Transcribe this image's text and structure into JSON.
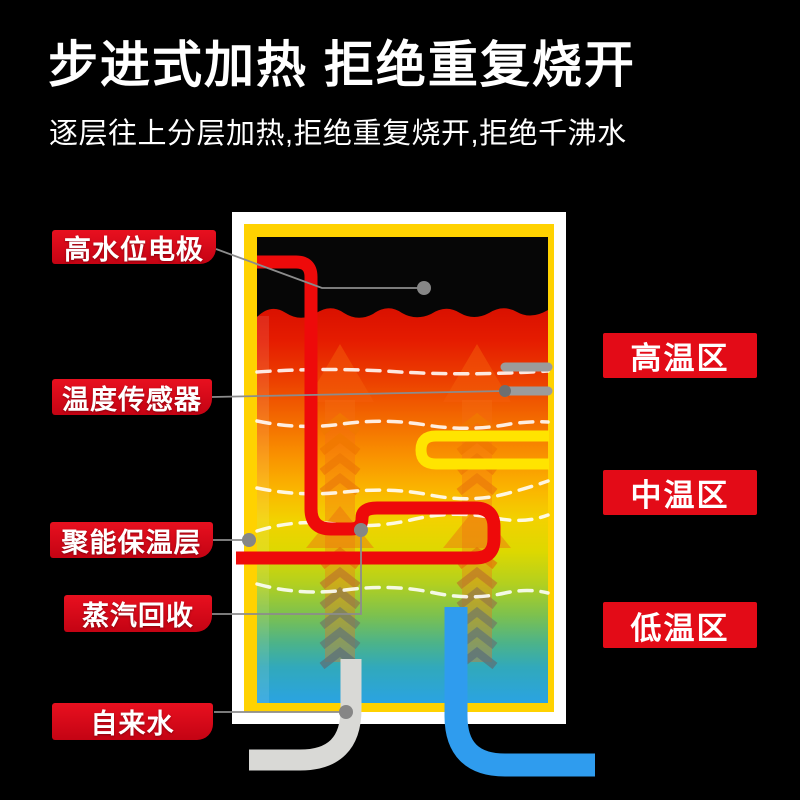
{
  "header": {
    "title": "步进式加热 拒绝重复烧开",
    "subtitle": "逐层往上分层加热,拒绝重复烧开,拒绝千沸水"
  },
  "tank": {
    "left_labels": [
      {
        "id": "high-water-electrode",
        "text": "高水位电极"
      },
      {
        "id": "temperature-sensor",
        "text": "温度传感器"
      },
      {
        "id": "insulation-layer",
        "text": "聚能保温层"
      },
      {
        "id": "steam-recovery",
        "text": "蒸汽回收"
      },
      {
        "id": "tap-water",
        "text": "自来水"
      }
    ],
    "right_labels": [
      {
        "id": "high-temp-zone",
        "text": "高温区"
      },
      {
        "id": "mid-temp-zone",
        "text": "中温区"
      },
      {
        "id": "low-temp-zone",
        "text": "低温区"
      }
    ]
  },
  "colors": {
    "bg": "#000000",
    "text-white": "#ffffff",
    "accent-red": "#e30b17",
    "label-red": "#e8101f",
    "label-red-dark": "#c40313",
    "tank-yellow": "#ffd200",
    "tank-white": "#ffffff",
    "pipe-red": "#ee0a0a",
    "pipe-yellow": "#ffe400",
    "pipe-blue": "#2f9cee",
    "pipe-gray": "#d9d9d6",
    "sensor-gray": "#9b9b9b",
    "callout-gray": "#8c8c8c",
    "water-top-red": "#d80f00",
    "water-bottom-blue": "#2aa3e2"
  }
}
